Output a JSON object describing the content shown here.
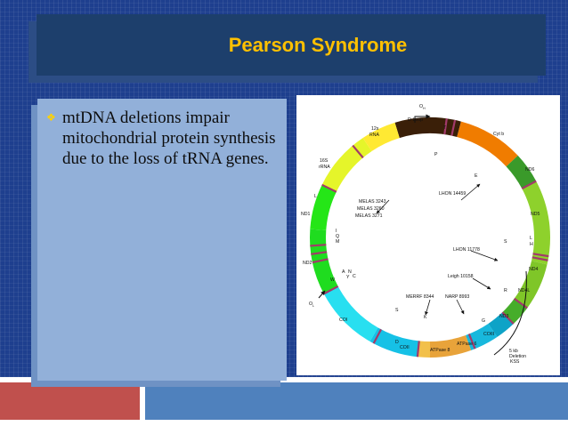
{
  "slide": {
    "title": "Pearson Syndrome",
    "bullet": "mtDNA deletions impair mitochondrial protein synthesis due to the loss of tRNA genes."
  },
  "figure": {
    "labels": {
      "o_h": "O",
      "o_h_sub": "H",
      "d_loop": "D-Loop",
      "rrna_12s_1": "12s",
      "rrna_12s_2": "RNA",
      "t": "T",
      "p": "P",
      "cytb": "Cyt b",
      "rrna_16s_1": "16S",
      "rrna_16s_2": "rRNA",
      "nd6": "ND6",
      "e": "E",
      "l_left": "L",
      "nd1": "ND1",
      "melas1": "MELAS 3243",
      "melas2": "MELAS 3260",
      "melas3": "MELAS 3271",
      "lhon1": "LHON 14459",
      "nd5": "ND5",
      "i": "I",
      "q": "Q",
      "m": "M",
      "s_right": "S",
      "l_right": "L",
      "h": "H",
      "nd2": "ND2",
      "lhon2": "LHON 11778",
      "nd4": "ND4",
      "w": "W",
      "a": "A",
      "n": "N",
      "c": "C",
      "y": "Y",
      "o_l": "O",
      "o_l_sub": "L",
      "leigh": "Leigh 10158",
      "r": "R",
      "nd4l": "ND4L",
      "merrf": "MERRF 8344",
      "narp": "NARP 8993",
      "co1": "COI",
      "s_bottom": "S",
      "k": "K",
      "g": "G",
      "nd3": "ND3",
      "co3": "COIII",
      "d": "D",
      "co2": "COII",
      "atp6": "ATPase 6",
      "atp8": "ATPase 8",
      "deletion_size": "5 kb",
      "deletion": "Deletion",
      "kss": "KSS"
    }
  },
  "colors": {
    "slide_bg": "#1e3f8e",
    "title_bar": "#1d3f6c",
    "title_text": "#ffc000",
    "content_panel": "#92b0d9",
    "bullet_icon": "#ffd200",
    "accent_red": "#c0504d",
    "accent_blue": "#4f81bd",
    "arc_dloop": "#3a1f08",
    "arc_cytb": "#f07c00",
    "arc_nd6": "#3a9a2a",
    "arc_nd5": "#8ed12c",
    "arc_nd4": "#7fc628",
    "arc_nd4l": "#46ad2a",
    "arc_nd3": "#0ea3c7",
    "arc_co3": "#18b8dd",
    "arc_atp6": "#e8a33a",
    "arc_atp8": "#f2c04a",
    "arc_co2": "#16c1e6",
    "arc_co1": "#28dff0",
    "arc_nd2": "#1fdc1f",
    "arc_nd1": "#25e617",
    "arc_16s": "#e5f52a",
    "arc_12s": "#ffe933",
    "trna_mark": "#a23a6a"
  }
}
